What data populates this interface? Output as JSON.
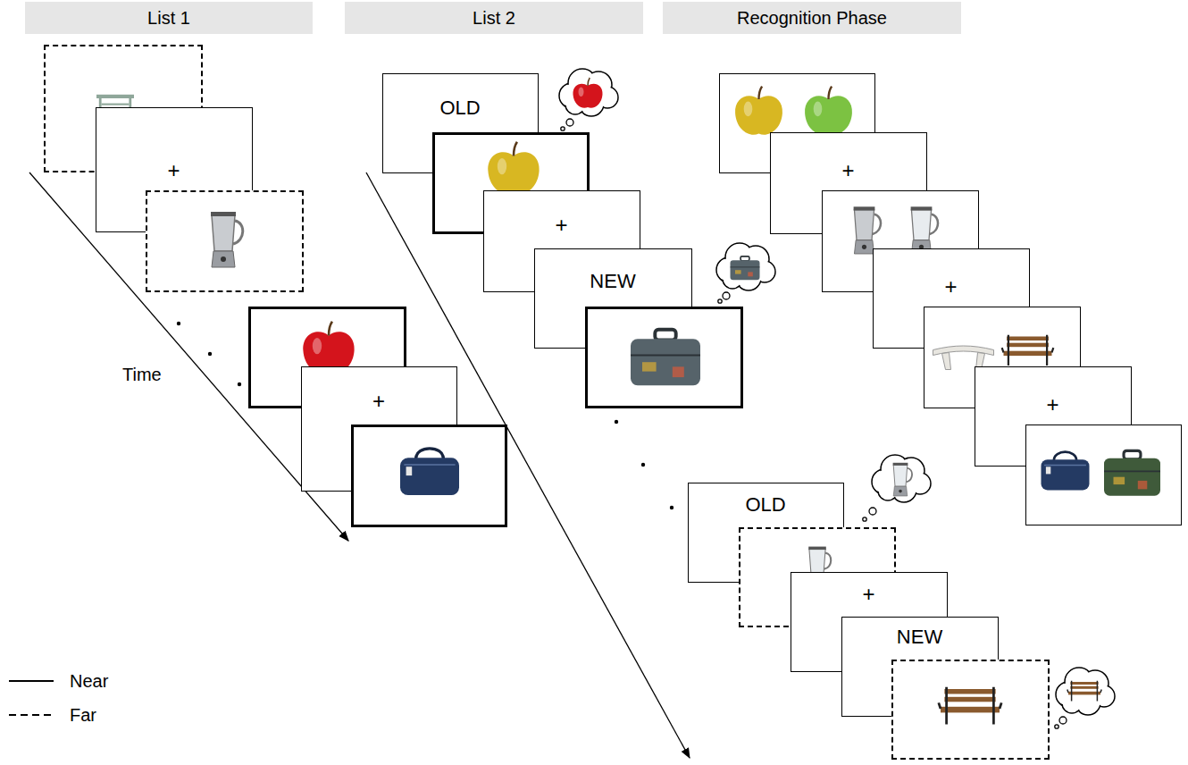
{
  "diagram": {
    "nodes": [
      {
        "text": [
          "List 1"
        ]
      },
      {
        "text": [
          "List 2"
        ]
      },
      {
        "text": [
          "Recognition Phase"
        ]
      },
      {
        "text": [
          "+"
        ]
      },
      {
        "text": [
          "+"
        ]
      },
      {
        "text": [
          "OLD"
        ]
      },
      {
        "text": [
          "+"
        ]
      },
      {
        "text": [
          "NEW"
        ]
      },
      {
        "text": [
          "OLD"
        ]
      },
      {
        "text": [
          "+"
        ]
      },
      {
        "text": [
          "NEW"
        ]
      },
      {
        "text": [
          "+"
        ]
      },
      {
        "text": [
          "+"
        ]
      },
      {
        "text": [
          "+"
        ]
      }
    ],
    "labels": [
      "Time"
    ],
    "legend": [
      {
        "text": "Near"
      },
      {
        "text": "Far"
      }
    ]
  }
}
